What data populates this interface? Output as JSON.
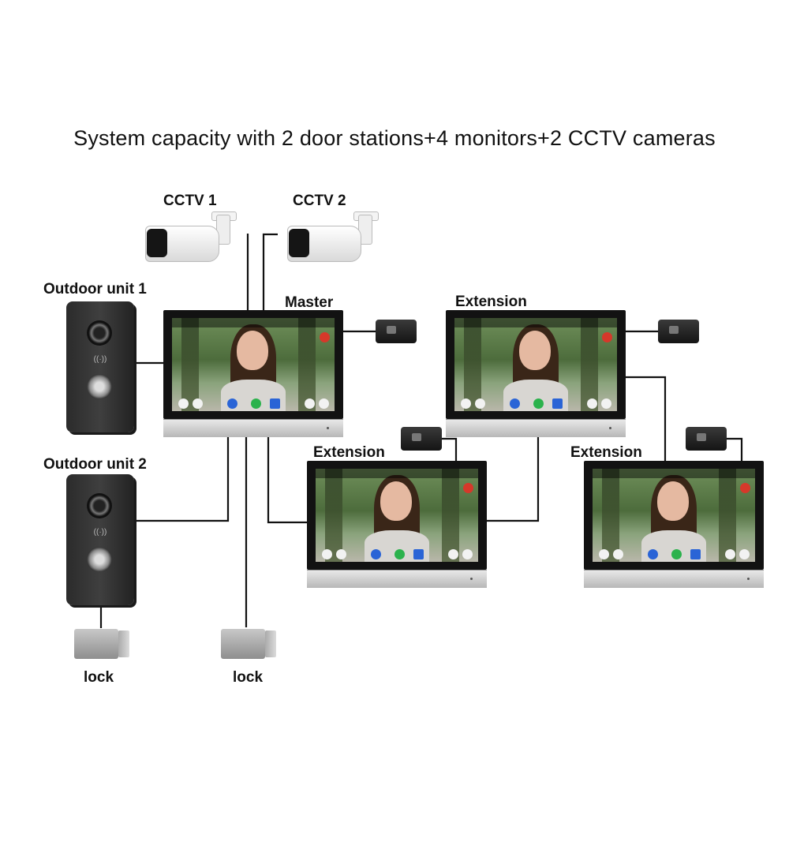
{
  "title": "System capacity with 2 door stations+4 monitors+2 CCTV cameras",
  "labels": {
    "cctv1": "CCTV 1",
    "cctv2": "CCTV 2",
    "outdoor1": "Outdoor unit 1",
    "outdoor2": "Outdoor unit 2",
    "master": "Master",
    "extension1": "Extension",
    "extension2": "Extension",
    "extension3": "Extension",
    "lock1": "lock",
    "lock2": "lock"
  },
  "icons": {
    "camera": "cctv-camera-icon",
    "door": "door-station-icon",
    "monitor": "indoor-monitor-icon",
    "power": "power-adapter-icon",
    "lock": "electric-lock-icon"
  }
}
